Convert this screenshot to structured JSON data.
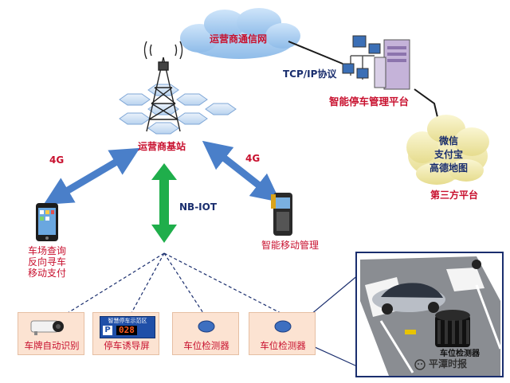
{
  "network": {
    "carrier_cloud": "运营商通信网",
    "tcpip": "TCP/IP协议",
    "platform": "智能停车管理平台",
    "third_party_cloud": [
      "微信",
      "支付宝",
      "高德地图"
    ],
    "third_party_label": "第三方平台",
    "base_station": "运营商基站",
    "link_4g_left": "4G",
    "link_4g_right": "4G",
    "link_nbiot": "NB-IOT"
  },
  "phone": {
    "lines": [
      "车场查询",
      "反向寻车",
      "移动支付"
    ]
  },
  "handheld": {
    "label": "智能移动管理"
  },
  "devices": [
    {
      "label": "车牌自动识别",
      "icon": "camera-icon"
    },
    {
      "label": "停车诱导屏",
      "icon": "guidance-screen-icon",
      "screen_title": "智慧停车示范区",
      "screen_value": "028"
    },
    {
      "label": "车位检测器",
      "icon": "sensor-icon"
    },
    {
      "label": "车位检测器",
      "icon": "sensor-icon"
    }
  ],
  "photo": {
    "caption": "车位检测器"
  },
  "watermark": "平潭时报",
  "colors": {
    "red_text": "#c8102e",
    "navy_text": "#1a2e6e",
    "blue_arrow": "#4a7fc9",
    "green_arrow": "#1fae4b",
    "cloud_blue": "#9dc8ef",
    "cloud_yellow": "#f0eaa8",
    "device_box": "#fce3d2"
  }
}
